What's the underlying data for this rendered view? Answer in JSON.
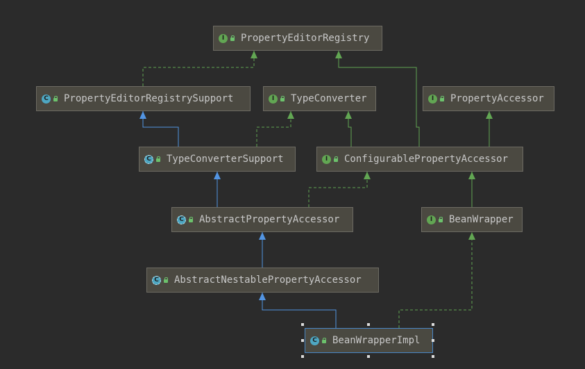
{
  "diagram": {
    "nodes": [
      {
        "id": "per",
        "kind": "interface",
        "badge": "I",
        "label": "PropertyEditorRegistry"
      },
      {
        "id": "pers",
        "kind": "class",
        "badge": "C",
        "label": "PropertyEditorRegistrySupport"
      },
      {
        "id": "tc",
        "kind": "interface",
        "badge": "I",
        "label": "TypeConverter"
      },
      {
        "id": "pa",
        "kind": "interface",
        "badge": "I",
        "label": "PropertyAccessor"
      },
      {
        "id": "tcs",
        "kind": "abstract",
        "badge": "C",
        "label": "TypeConverterSupport"
      },
      {
        "id": "cpa",
        "kind": "interface",
        "badge": "I",
        "label": "ConfigurablePropertyAccessor"
      },
      {
        "id": "apa",
        "kind": "abstract",
        "badge": "C",
        "label": "AbstractPropertyAccessor"
      },
      {
        "id": "bw",
        "kind": "interface",
        "badge": "I",
        "label": "BeanWrapper"
      },
      {
        "id": "anpa",
        "kind": "abstract",
        "badge": "C",
        "label": "AbstractNestablePropertyAccessor"
      },
      {
        "id": "bwi",
        "kind": "class",
        "badge": "C",
        "label": "BeanWrapperImpl",
        "selected": true
      }
    ],
    "edges": [
      {
        "from": "pers",
        "to": "per",
        "type": "implements"
      },
      {
        "from": "tcs",
        "to": "pers",
        "type": "extends"
      },
      {
        "from": "tcs",
        "to": "tc",
        "type": "implements"
      },
      {
        "from": "cpa",
        "to": "tc",
        "type": "interface-extends"
      },
      {
        "from": "cpa",
        "to": "per",
        "type": "interface-extends"
      },
      {
        "from": "cpa",
        "to": "pa",
        "type": "interface-extends"
      },
      {
        "from": "apa",
        "to": "tcs",
        "type": "extends"
      },
      {
        "from": "apa",
        "to": "cpa",
        "type": "implements"
      },
      {
        "from": "bw",
        "to": "cpa",
        "type": "interface-extends"
      },
      {
        "from": "anpa",
        "to": "apa",
        "type": "extends"
      },
      {
        "from": "bwi",
        "to": "anpa",
        "type": "extends"
      },
      {
        "from": "bwi",
        "to": "bw",
        "type": "implements"
      }
    ],
    "colors": {
      "background": "#2b2b2b",
      "node_fill": "#4b4941",
      "node_border": "#6d6b63",
      "text": "#c8c8c8",
      "extends_edge": "#5294e2",
      "implements_edge": "#62a653",
      "selection": "#4a88c7"
    }
  }
}
